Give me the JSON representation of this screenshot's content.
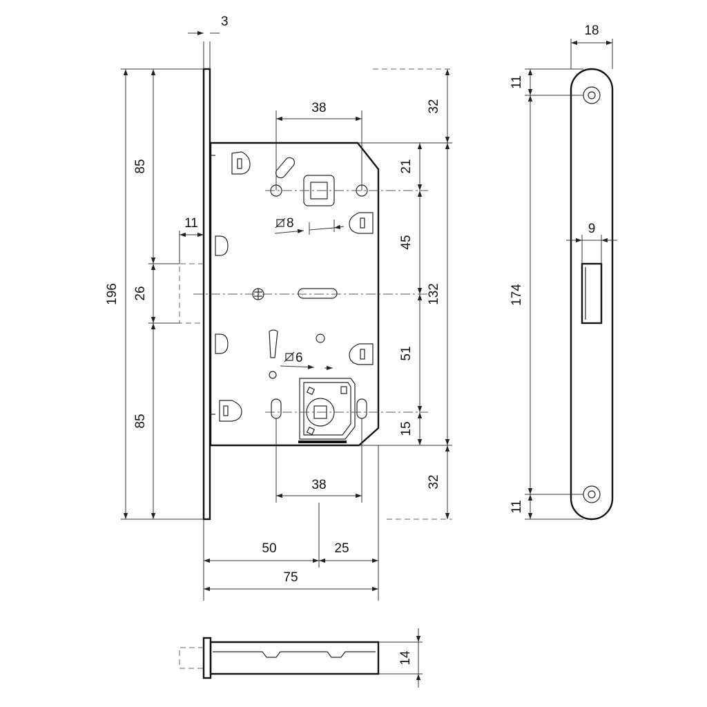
{
  "dimensions": {
    "plate_thickness": "3",
    "plate_length": "196",
    "upper_height": "85",
    "latch_height": "26",
    "lower_height": "85",
    "latch_projection": "11",
    "spindle_spacing_top": "38",
    "spindle_spacing_bottom": "38",
    "top_offset": "32",
    "bottom_offset": "32",
    "body_to_spindle": "21",
    "spindle_to_latch": "45",
    "body_height": "132",
    "latch_to_lock": "51",
    "lock_to_body": "15",
    "spindle_square": "8",
    "lock_square": "6",
    "backset": "50",
    "spindle_to_end": "25",
    "body_depth": "75",
    "body_thickness": "14",
    "strike_width": "18",
    "strike_screw_top": "11",
    "strike_screw_bottom": "11",
    "strike_screw_spacing": "174",
    "strike_opening": "9"
  },
  "colors": {
    "line": "#222222",
    "background": "#ffffff"
  }
}
